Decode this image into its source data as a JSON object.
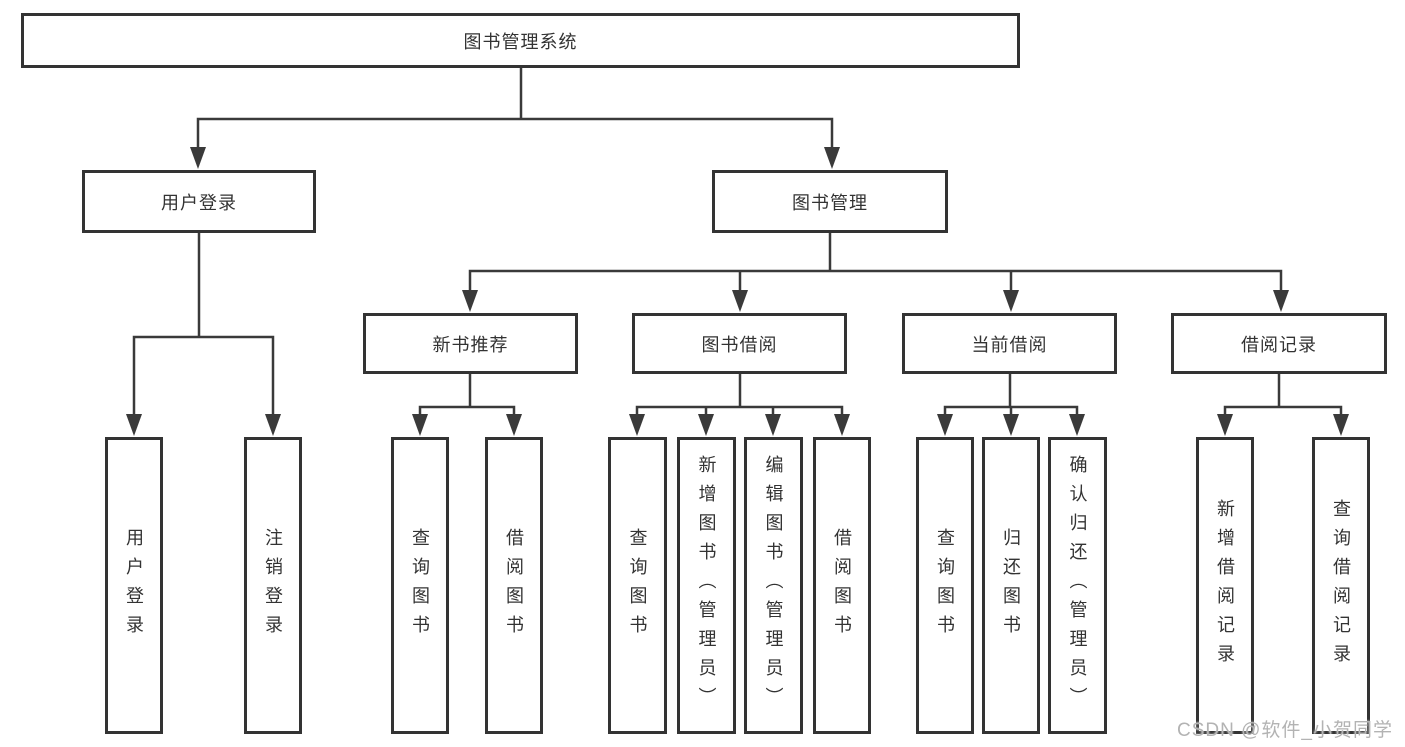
{
  "diagram": {
    "root": {
      "label": "图书管理系统"
    },
    "level2": [
      {
        "label": "用户登录"
      },
      {
        "label": "图书管理"
      }
    ],
    "level3": [
      {
        "label": "新书推荐"
      },
      {
        "label": "图书借阅"
      },
      {
        "label": "当前借阅"
      },
      {
        "label": "借阅记录"
      }
    ],
    "leaves": {
      "user_login": [
        "用户登录",
        "注销登录"
      ],
      "new_book": [
        "查询图书",
        "借阅图书"
      ],
      "book_borrow": [
        "查询图书",
        "新增图书（管理员）",
        "编辑图书（管理员）",
        "借阅图书"
      ],
      "current_borrow": [
        "查询图书",
        "归还图书",
        "确认归还（管理员）"
      ],
      "borrow_records": [
        "新增借阅记录",
        "查询借阅记录"
      ]
    },
    "watermark": "CSDN @软件_小贺同学"
  },
  "colors": {
    "line": "#3a3a3a",
    "border": "#333333",
    "text": "#333333",
    "watermark": "#b3b3b3",
    "background": "#ffffff"
  }
}
